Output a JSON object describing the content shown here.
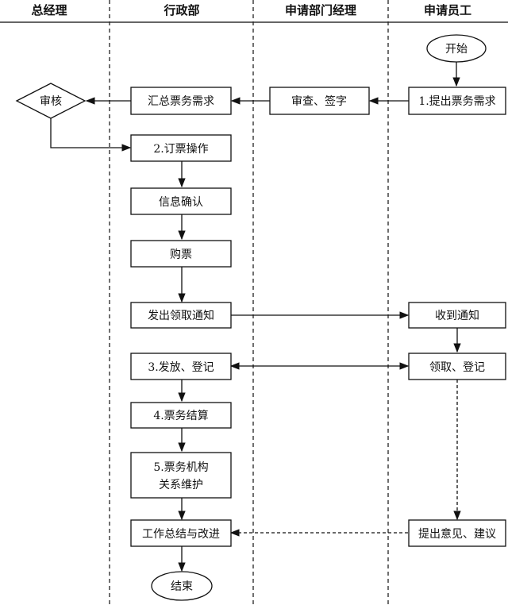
{
  "lanes": [
    {
      "id": "gm",
      "title": "总经理"
    },
    {
      "id": "admin",
      "title": "行政部"
    },
    {
      "id": "dept_mgr",
      "title": "申请部门经理"
    },
    {
      "id": "employee",
      "title": "申请员工"
    }
  ],
  "nodes": {
    "start": {
      "label": "开始",
      "shape": "ellipse",
      "lane": "employee"
    },
    "submit": {
      "label": "1.提出票务需求",
      "shape": "rect",
      "lane": "employee"
    },
    "review_sign": {
      "label": "审查、签字",
      "shape": "rect",
      "lane": "dept_mgr"
    },
    "summarize": {
      "label": "汇总票务需求",
      "shape": "rect",
      "lane": "admin"
    },
    "approve": {
      "label": "审核",
      "shape": "diamond",
      "lane": "gm"
    },
    "booking": {
      "label": "2.订票操作",
      "shape": "rect",
      "lane": "admin"
    },
    "confirm": {
      "label": "信息确认",
      "shape": "rect",
      "lane": "admin"
    },
    "purchase": {
      "label": "购票",
      "shape": "rect",
      "lane": "admin"
    },
    "notify": {
      "label": "发出领取通知",
      "shape": "rect",
      "lane": "admin"
    },
    "receive_notice": {
      "label": "收到通知",
      "shape": "rect",
      "lane": "employee"
    },
    "issue_register": {
      "label": "3.发放、登记",
      "shape": "rect",
      "lane": "admin"
    },
    "collect_register": {
      "label": "领取、登记",
      "shape": "rect",
      "lane": "employee"
    },
    "settlement": {
      "label": "4.票务结算",
      "shape": "rect",
      "lane": "admin"
    },
    "maintain_line1": {
      "label": "5.票务机构",
      "shape": "rect",
      "lane": "admin"
    },
    "maintain_line2": {
      "label": "关系维护",
      "shape": "rect",
      "lane": "admin"
    },
    "feedback": {
      "label": "提出意见、建议",
      "shape": "rect",
      "lane": "employee"
    },
    "summary_improve": {
      "label": "工作总结与改进",
      "shape": "rect",
      "lane": "admin"
    },
    "end": {
      "label": "结束",
      "shape": "ellipse",
      "lane": "admin"
    }
  },
  "edges": [
    {
      "from": "start",
      "to": "submit",
      "style": "solid"
    },
    {
      "from": "submit",
      "to": "review_sign",
      "style": "solid"
    },
    {
      "from": "review_sign",
      "to": "summarize",
      "style": "solid"
    },
    {
      "from": "summarize",
      "to": "approve",
      "style": "solid"
    },
    {
      "from": "approve",
      "to": "booking",
      "style": "solid"
    },
    {
      "from": "booking",
      "to": "confirm",
      "style": "solid"
    },
    {
      "from": "confirm",
      "to": "purchase",
      "style": "solid"
    },
    {
      "from": "purchase",
      "to": "notify",
      "style": "solid"
    },
    {
      "from": "notify",
      "to": "receive_notice",
      "style": "solid"
    },
    {
      "from": "receive_notice",
      "to": "collect_register",
      "style": "solid"
    },
    {
      "from": "issue_register",
      "to": "collect_register",
      "style": "solid",
      "bidirectional": true
    },
    {
      "from": "issue_register",
      "to": "settlement",
      "style": "solid"
    },
    {
      "from": "settlement",
      "to": "maintain",
      "style": "solid"
    },
    {
      "from": "maintain",
      "to": "summary_improve",
      "style": "solid"
    },
    {
      "from": "collect_register",
      "to": "feedback",
      "style": "dashed"
    },
    {
      "from": "feedback",
      "to": "summary_improve",
      "style": "dashed"
    },
    {
      "from": "summary_improve",
      "to": "end",
      "style": "solid"
    }
  ]
}
